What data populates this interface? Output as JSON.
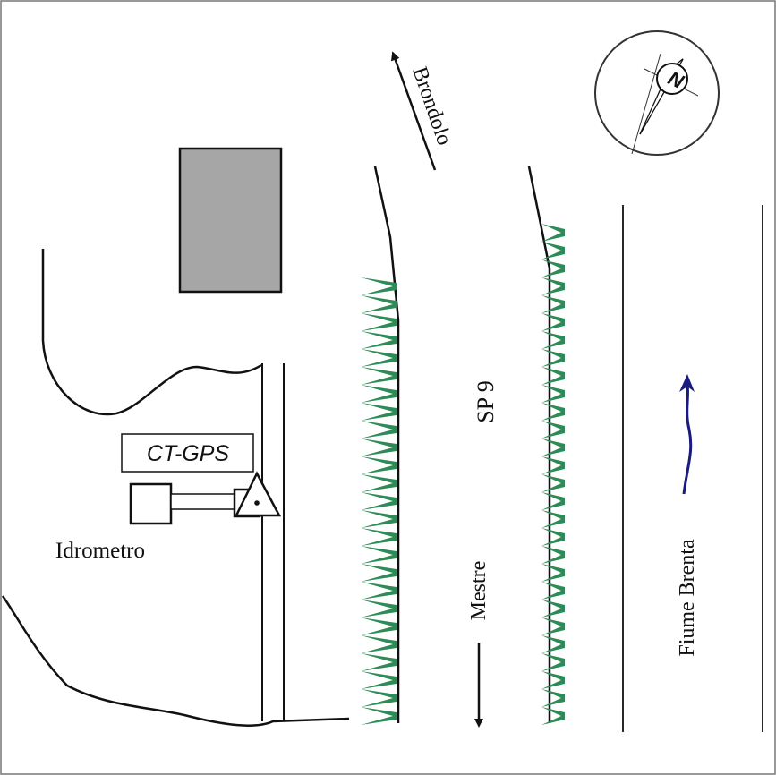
{
  "labels": {
    "brondolo": "Brondolo",
    "road": "SP 9",
    "mestre": "Mestre",
    "river": "Fiume Brenta",
    "station": "CT-GPS",
    "gauge": "Idrometro",
    "north": "N"
  },
  "colors": {
    "vegetation": "#2e8b57",
    "river_arrow": "#1a1a80",
    "building": "#a6a6a6",
    "line": "#111111"
  },
  "icons": {
    "compass": "north-arrow-compass",
    "station": "gps-triangle-marker",
    "gauge": "hydrometer-box"
  }
}
